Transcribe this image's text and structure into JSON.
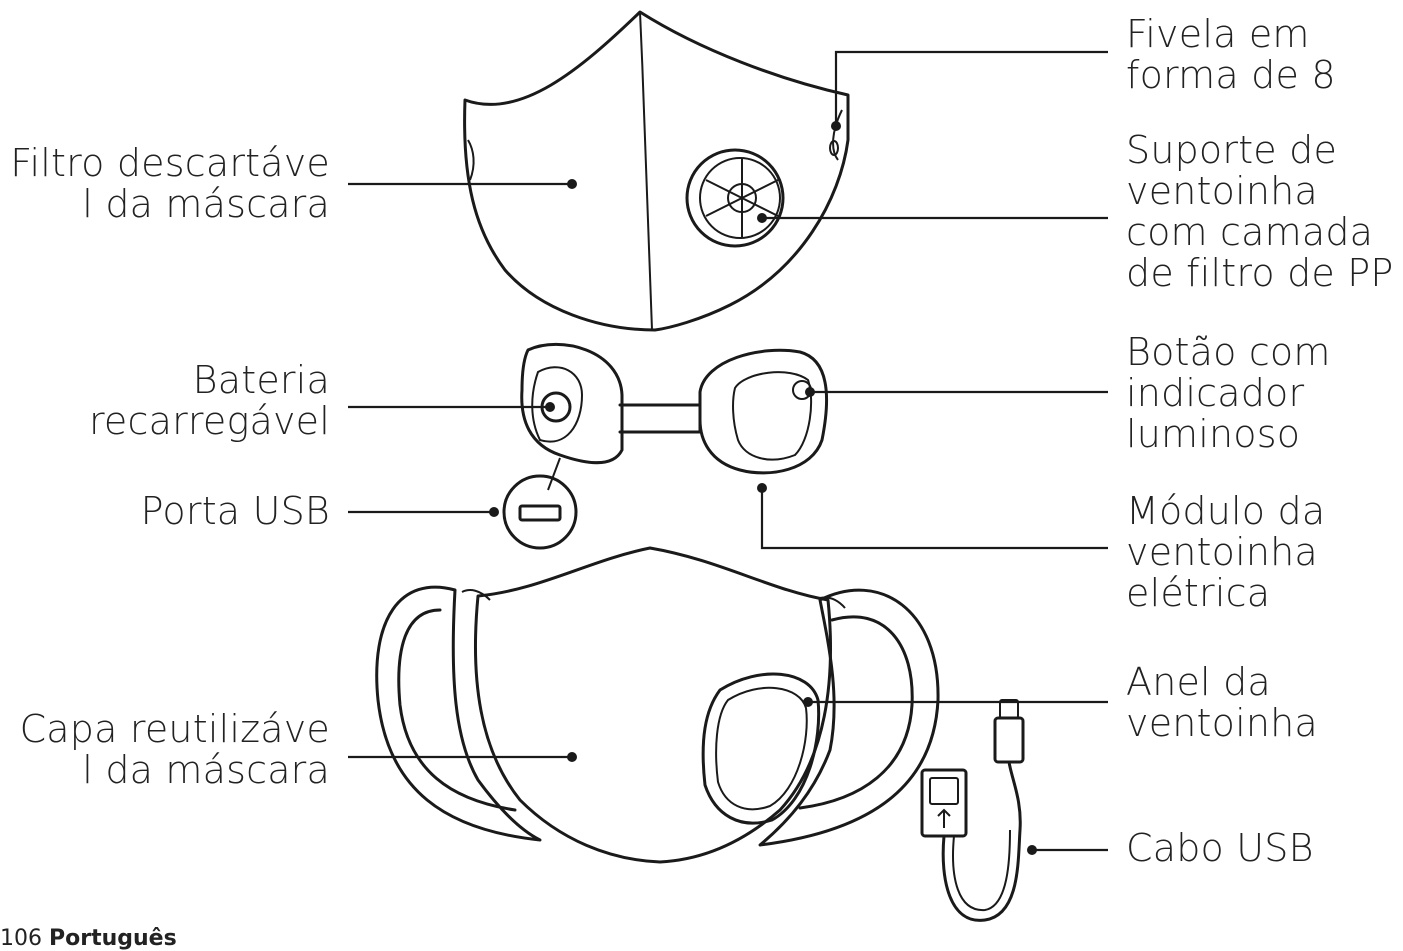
{
  "labels": {
    "filtro": [
      "Filtro descartáve",
      "l da máscara"
    ],
    "bateria": [
      "Bateria",
      "recarregável"
    ],
    "porta_usb": [
      "Porta USB"
    ],
    "capa": [
      "Capa reutilizáve",
      "l da máscara"
    ],
    "fivela": [
      "Fivela em",
      "forma de 8"
    ],
    "suporte": [
      "Suporte de",
      "ventoinha",
      "com camada",
      "de filtro de PP"
    ],
    "botao": [
      "Botão com",
      "indicador",
      "luminoso"
    ],
    "modulo": [
      "Módulo da",
      "ventoinha",
      "elétrica"
    ],
    "anel": [
      "Anel da",
      "ventoinha"
    ],
    "cabo": [
      "Cabo USB"
    ]
  },
  "footer": {
    "page": "106",
    "language": "Português"
  }
}
